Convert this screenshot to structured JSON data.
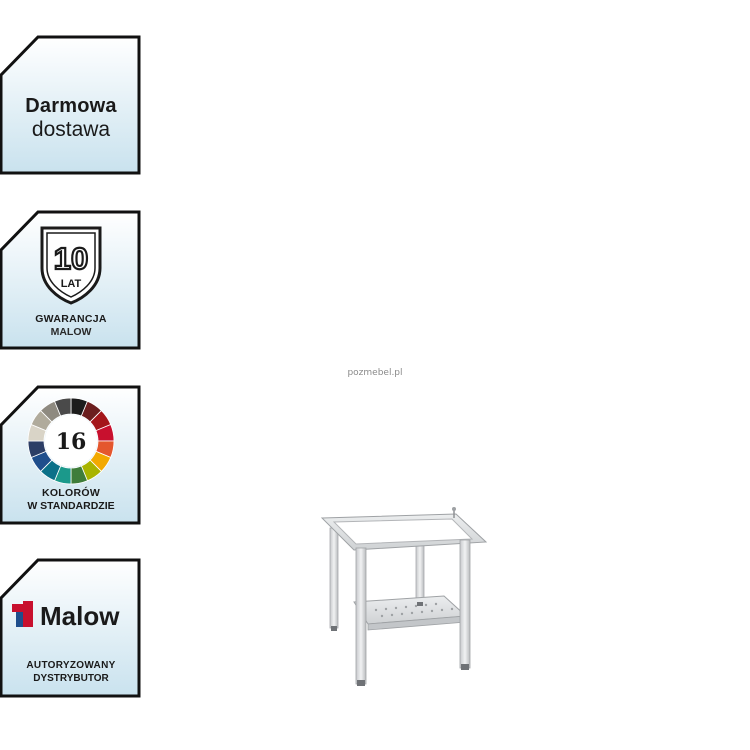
{
  "badges": {
    "free_delivery": {
      "line1": "Darmowa",
      "line2": "dostawa"
    },
    "warranty": {
      "years": "10",
      "unit": "LAT",
      "line1": "GWARANCJA",
      "line2": "MALOW"
    },
    "colors": {
      "count": "16",
      "line1": "KOLORÓW",
      "line2": "W STANDARDZIE",
      "palette": [
        "#1c1c1c",
        "#6b1e1e",
        "#a4161a",
        "#c8102e",
        "#e4572e",
        "#f2a900",
        "#a8b400",
        "#3f7d3a",
        "#1b998b",
        "#0b7189",
        "#1f4e8c",
        "#2c3e66",
        "#d9d4c7",
        "#b0ab9c",
        "#8e8a80",
        "#4a4a4a"
      ]
    },
    "dealer": {
      "brand": "Malow",
      "line1": "AUTORYZOWANY",
      "line2": "DYSTRYBUTOR",
      "brand_color": "#c8102e",
      "brand_color_2": "#1f4e8c"
    }
  },
  "watermark": "pozmebel.pl",
  "product": {
    "icon": "metal-stand-icon"
  }
}
